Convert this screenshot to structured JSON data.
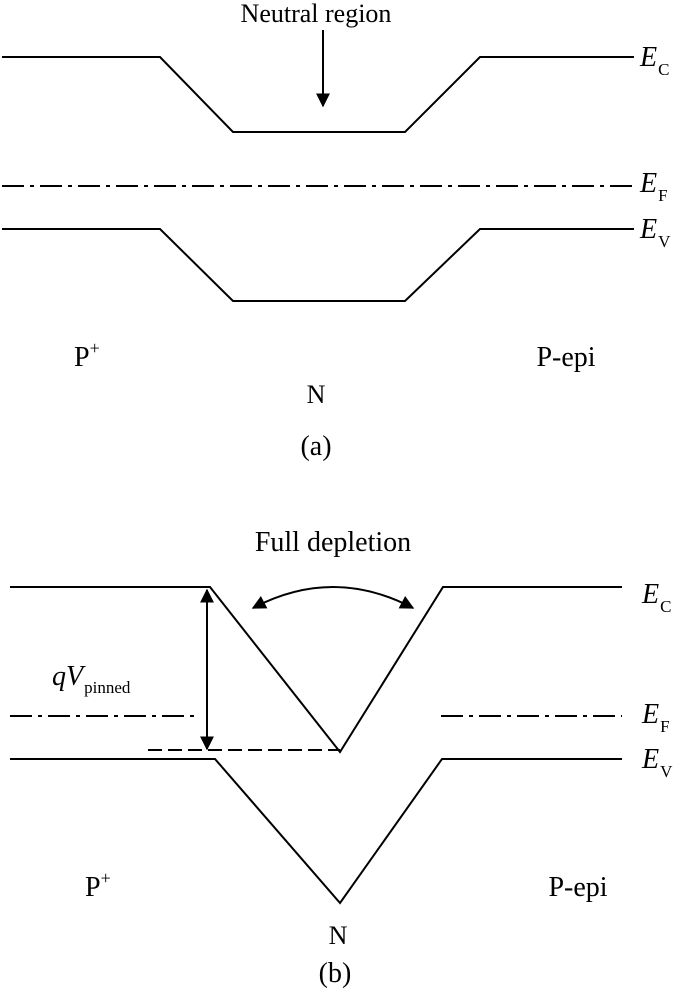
{
  "panel_a": {
    "annotation": "Neutral region",
    "band_labels": {
      "ec": {
        "main": "E",
        "sub": "C"
      },
      "ef": {
        "main": "E",
        "sub": "F"
      },
      "ev": {
        "main": "E",
        "sub": "V"
      }
    },
    "region_labels": {
      "left_base": "P",
      "left_sup": "+",
      "middle": "N",
      "right": "P-epi"
    },
    "caption": "(a)"
  },
  "panel_b": {
    "annotation": "Full depletion",
    "pinned_label": {
      "main": "qV",
      "sub": "pinned"
    },
    "band_labels": {
      "ec": {
        "main": "E",
        "sub": "C"
      },
      "ef": {
        "main": "E",
        "sub": "F"
      },
      "ev": {
        "main": "E",
        "sub": "V"
      }
    },
    "region_labels": {
      "left_base": "P",
      "left_sup": "+",
      "middle": "N",
      "right": "P-epi"
    },
    "caption": "(b)"
  }
}
